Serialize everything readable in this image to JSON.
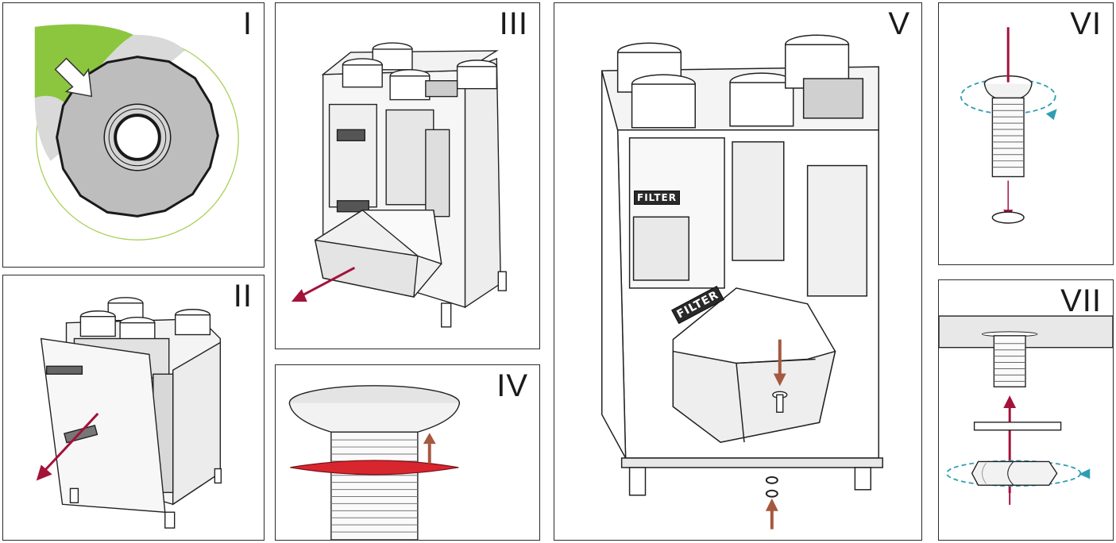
{
  "panels": [
    {
      "id": "I",
      "label": "I"
    },
    {
      "id": "II",
      "label": "II"
    },
    {
      "id": "III",
      "label": "III"
    },
    {
      "id": "IV",
      "label": "IV"
    },
    {
      "id": "V",
      "label": "V"
    },
    {
      "id": "VI",
      "label": "VI"
    },
    {
      "id": "VII",
      "label": "VII"
    }
  ],
  "filter_labels": {
    "main": "FILTER",
    "lower": "FILTER"
  },
  "colors": {
    "arrow_red": "#a3133a",
    "arrow_brown": "#a5593f",
    "rotation_teal": "#2e9eb2",
    "gasket_red": "#d8262f",
    "protective_film_green": "#8cc63f",
    "seal_grey": "#bcbcbc",
    "outline": "#1a1a1a"
  },
  "icons": [
    "arrow-icon",
    "rotation-arrow-icon",
    "screw-icon",
    "nut-icon",
    "washer-icon",
    "seal-ring-icon"
  ]
}
